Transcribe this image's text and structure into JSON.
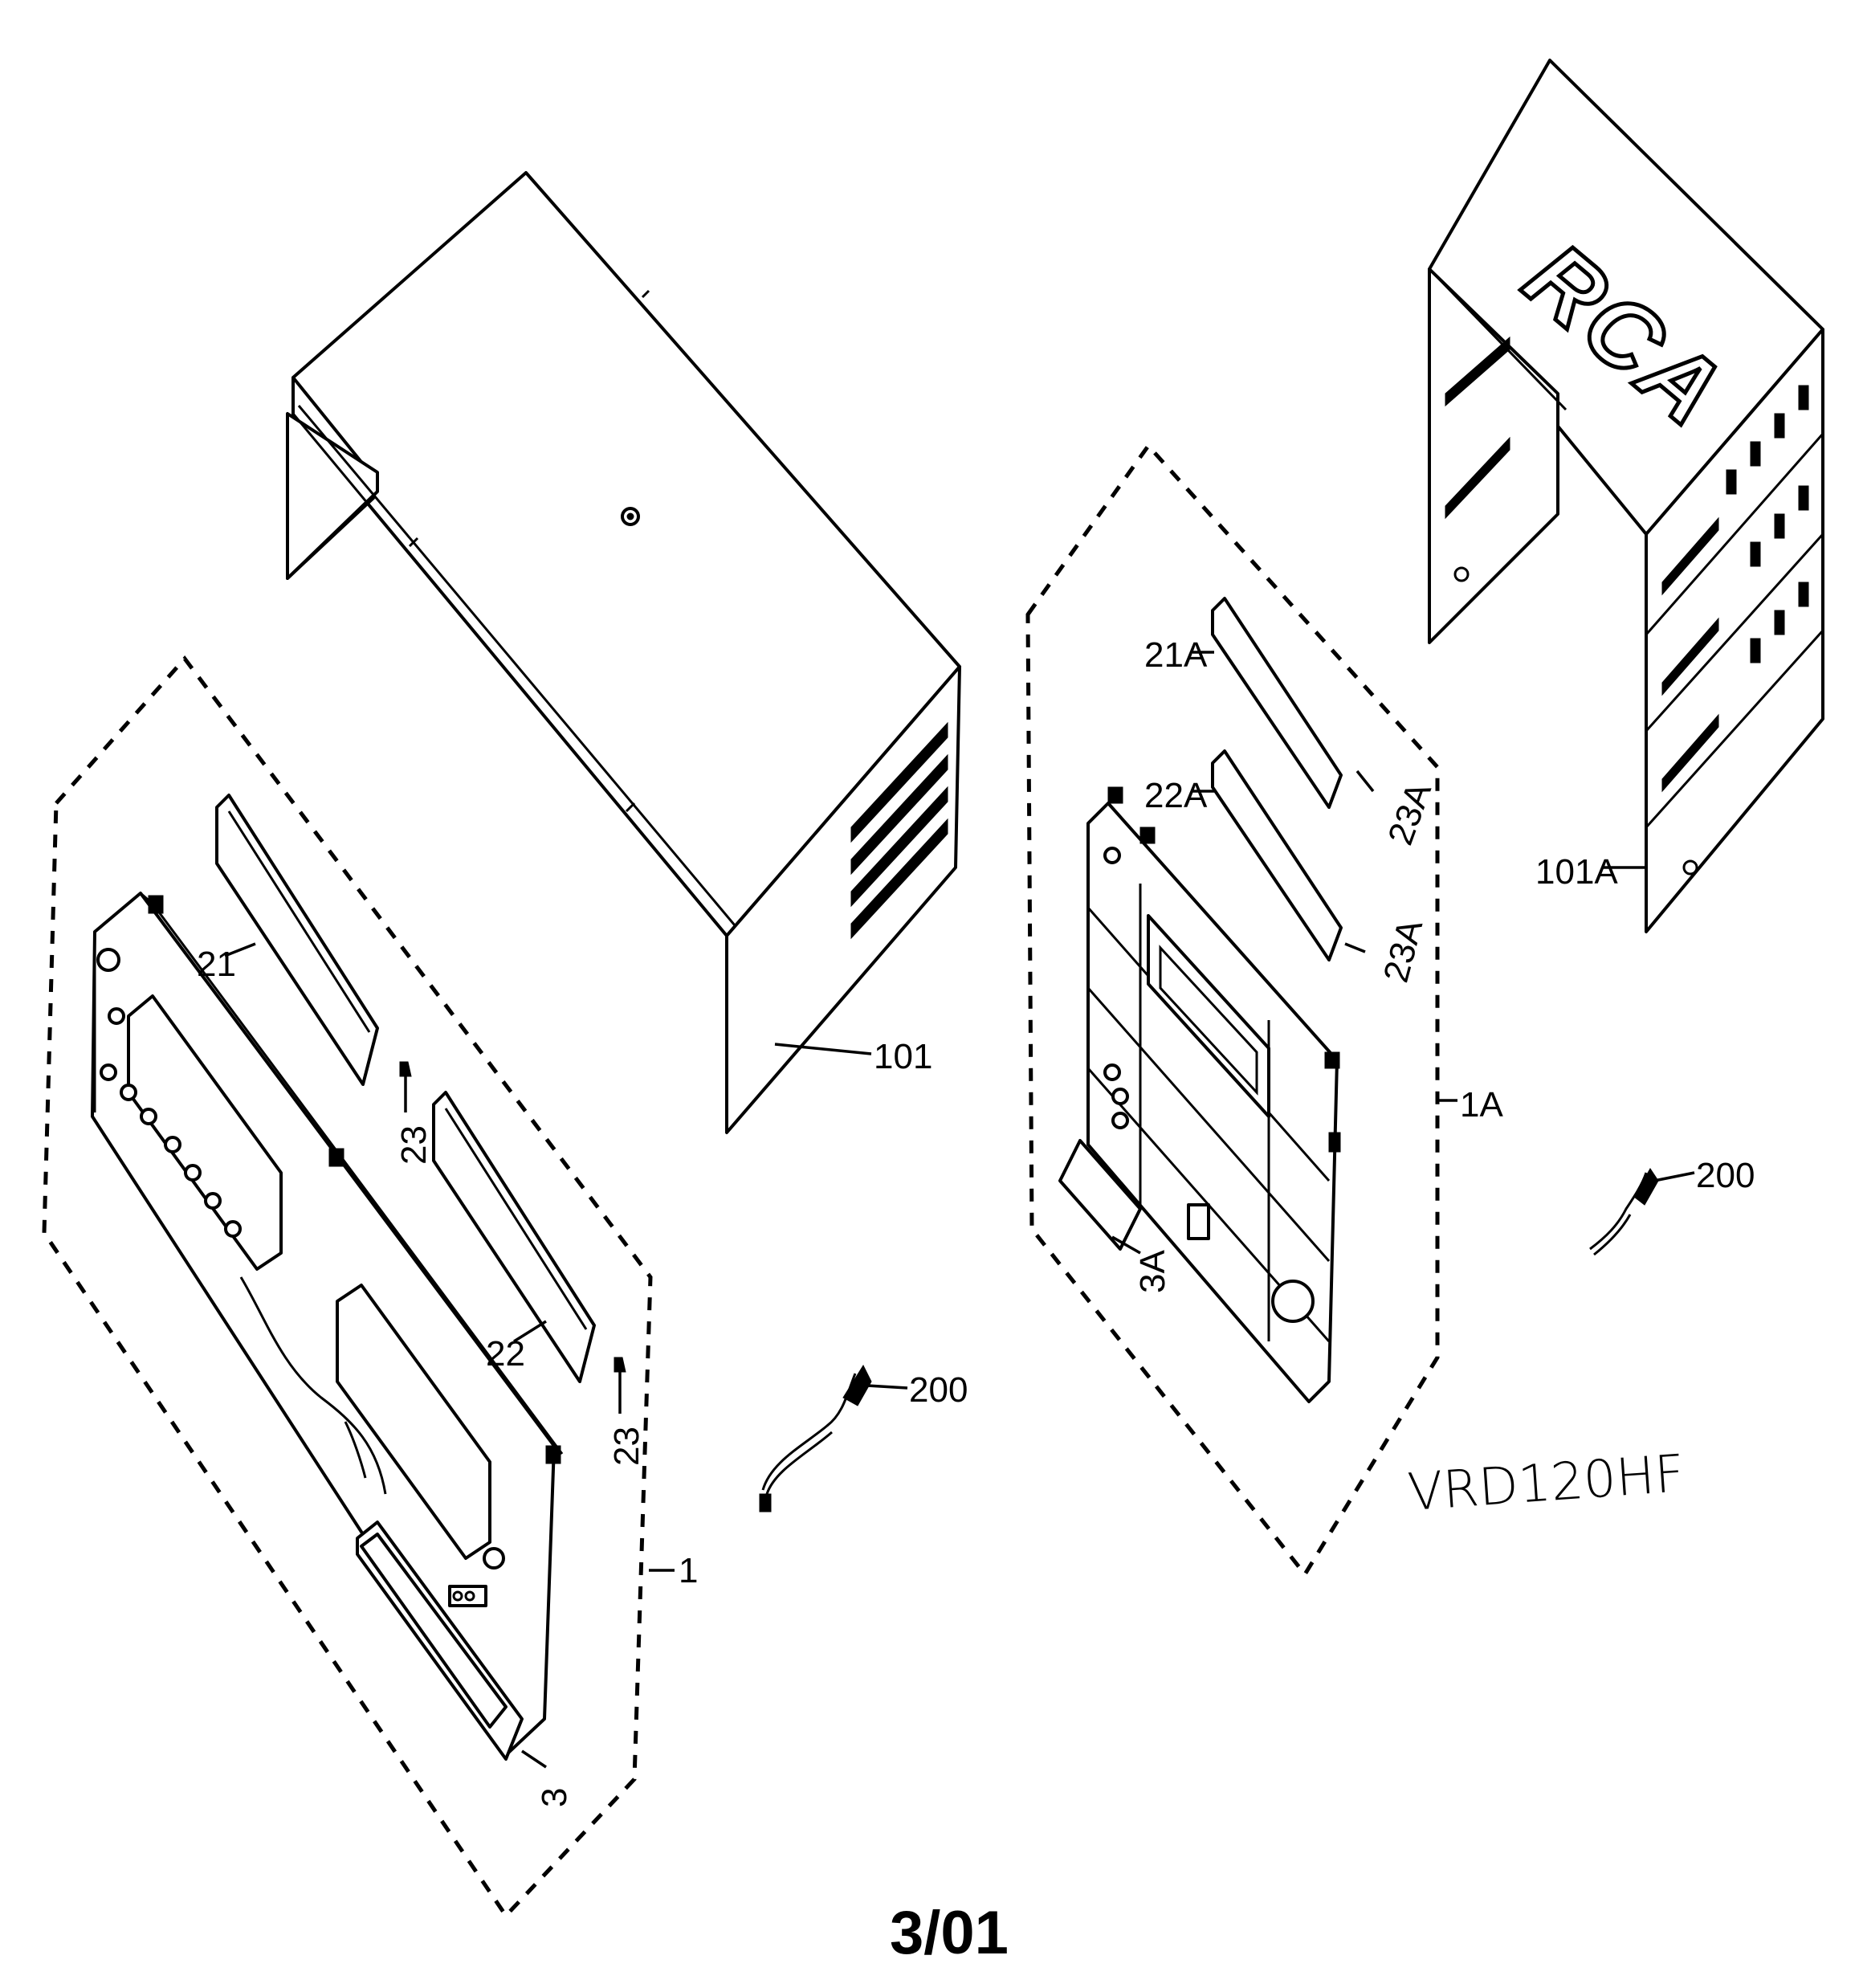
{
  "brand_logo": "RCA",
  "model_number": "VRD120HF",
  "revision_date": "3/01",
  "callouts": {
    "c101": "101",
    "c101a": "101A",
    "c1": "1",
    "c1a": "1A",
    "c3": "3",
    "c3a": "3A",
    "c21": "21",
    "c21a": "21A",
    "c22": "22",
    "c22a": "22A",
    "c23_upper": "23",
    "c23_lower": "23",
    "c23a_upper": "23A",
    "c23a_lower": "23A",
    "c200_left": "200",
    "c200_right": "200"
  }
}
